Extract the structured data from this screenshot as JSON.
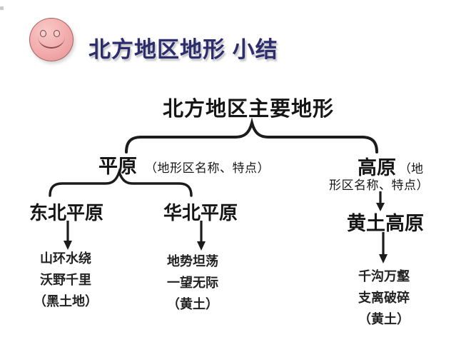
{
  "slide": {
    "title": "北方地区地形 小结",
    "icon": "smiley-face"
  },
  "diagram": {
    "root": "北方地区主要地形",
    "plain": {
      "label": "平原",
      "note": "（地形区名称、特点）"
    },
    "plateau": {
      "label": "高原",
      "note_line1": "（地",
      "note_line2": "形区名称、特点）"
    },
    "northeast_plain": {
      "label": "东北平原",
      "lines": [
        "山环水绕",
        "沃野千里",
        "（黑土地）"
      ]
    },
    "north_china_plain": {
      "label": "华北平原",
      "lines": [
        "地势坦荡",
        "一望无际",
        "（黄土）"
      ]
    },
    "loess_plateau": {
      "label": "黄土高原",
      "lines": [
        "千沟万壑",
        "支离破碎",
        "（黄土）"
      ]
    }
  },
  "colors": {
    "title": "#2d2d6e",
    "text": "#1a1a1a",
    "smiley_fill": "#f2abab",
    "smiley_border": "#a86060",
    "line": "#1c1c1c"
  }
}
